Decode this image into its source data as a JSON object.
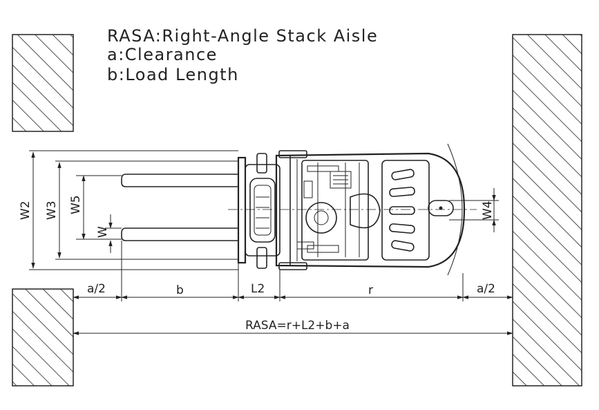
{
  "legend": {
    "line1": "RASA:Right-Angle Stack Aisle",
    "line2": "a:Clearance",
    "line3": "b:Load Length"
  },
  "dimensions": {
    "w2": "W2",
    "w3": "W3",
    "w5": "W5",
    "w": "W",
    "w4": "W4",
    "a_half_left": "a/2",
    "b": "b",
    "l2": "L2",
    "r": "r",
    "a_half_right": "a/2",
    "rasa_formula": "RASA=r+L2+b+a"
  },
  "colors": {
    "line": "#222222",
    "background": "#ffffff"
  }
}
